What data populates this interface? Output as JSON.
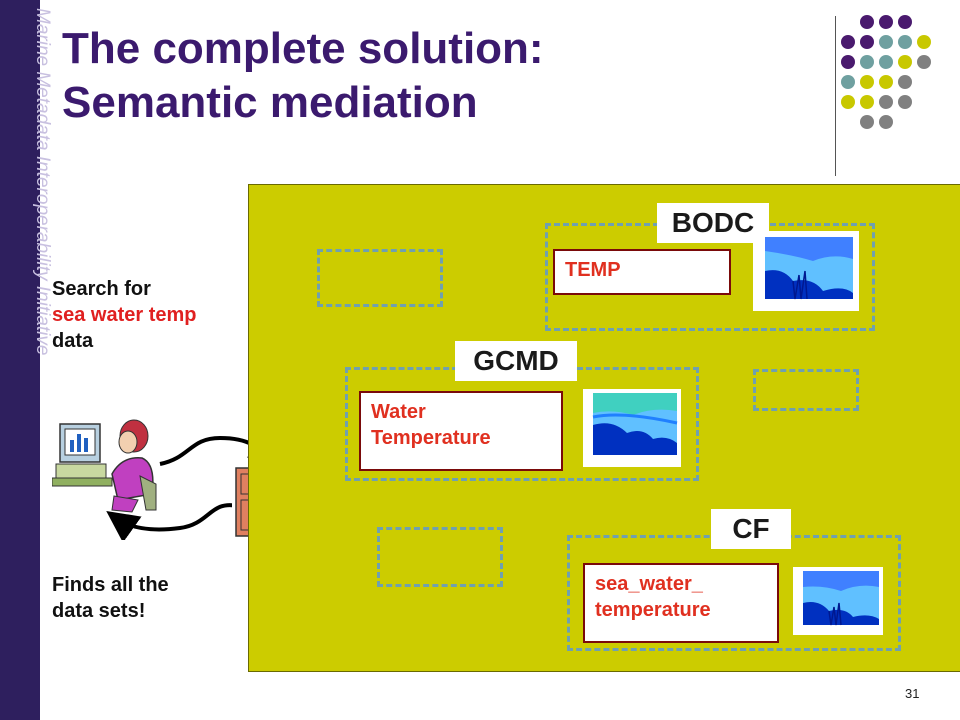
{
  "sidebar": {
    "text": "Marine Metadata Interoperability Initiative"
  },
  "title": {
    "line1": "The complete solution:",
    "line2": "Semantic mediation"
  },
  "search": {
    "line1": "Search for",
    "line2": "sea water temp",
    "line3": "data"
  },
  "finds": {
    "line1": "Finds all the",
    "line2": "data sets!"
  },
  "vocabularies": [
    {
      "label": "BODC",
      "term": "TEMP"
    },
    {
      "label": "GCMD",
      "term_line1": "Water",
      "term_line2": "Temperature"
    },
    {
      "label": "CF",
      "term_line1": "sea_water_",
      "term_line2": "temperature"
    }
  ],
  "page_number": "31",
  "colors": {
    "sidebar": "#2e1f5e",
    "title": "#3b1a6e",
    "panel": "#cccc00",
    "term_text": "#e03020",
    "dots_purple": "#4a1a6e",
    "dots_teal": "#6fa0a0",
    "dots_olive": "#c8c800",
    "dots_gray": "#808080"
  }
}
